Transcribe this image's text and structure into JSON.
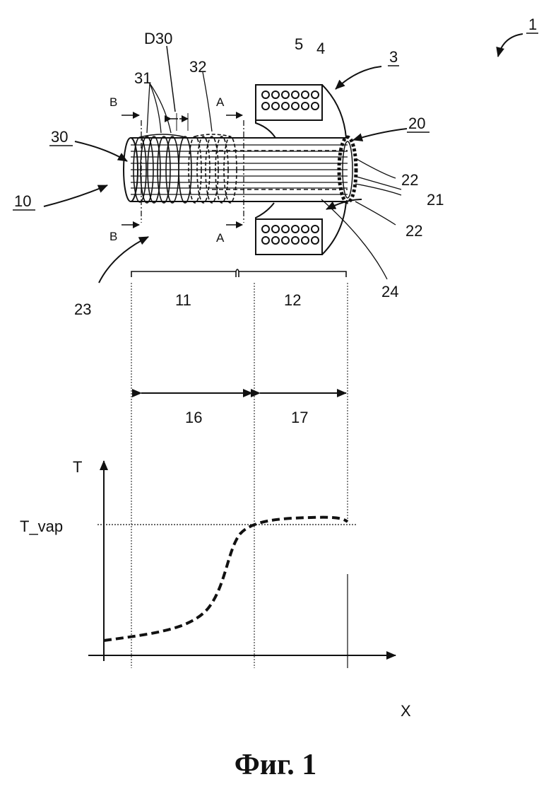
{
  "figure": {
    "caption": "Фиг. 1"
  },
  "labels": {
    "ref_1": "1",
    "ref_3": "3",
    "ref_4": "4",
    "ref_5": "5",
    "ref_10": "10",
    "ref_11": "11",
    "ref_12": "12",
    "ref_16": "16",
    "ref_17": "17",
    "ref_20": "20",
    "ref_21": "21",
    "ref_22_top": "22",
    "ref_22_bottom": "22",
    "ref_23": "23",
    "ref_24": "24",
    "ref_30": "30",
    "ref_31": "31",
    "ref_32": "32",
    "ref_d30": "D30",
    "section_a_top": "A",
    "section_a_bottom": "A",
    "section_b_top": "B",
    "section_b_bottom": "B"
  },
  "graph": {
    "y_axis_label": "T",
    "x_axis_label": "X",
    "threshold_label": "T_vap"
  },
  "colors": {
    "ink": "#111111",
    "background": "#ffffff"
  }
}
